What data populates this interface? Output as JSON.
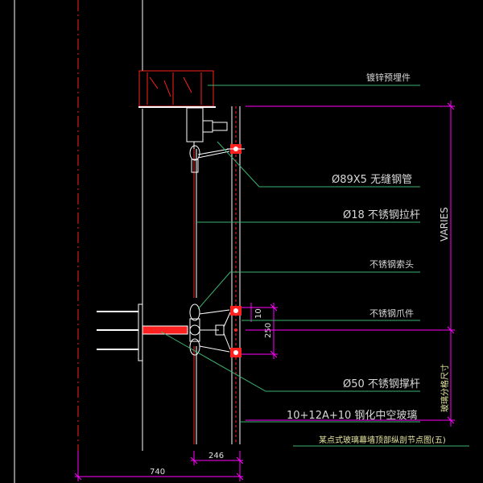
{
  "labels": {
    "embedded_part": "镀锌预埋件",
    "steel_pipe": "Ø89X5 无缝钢管",
    "tie_rod": "Ø18 不锈钢拉杆",
    "cable_head": "不锈钢索头",
    "claw": "不锈钢爪件",
    "strut": "Ø50 不锈钢撑杆",
    "glass": "10+12A+10 钢化中空玻璃"
  },
  "vertical_labels": {
    "varies": "VARIES",
    "glass_size": "玻璃分格尺寸"
  },
  "dimensions": {
    "width_740": "740",
    "width_246": "246",
    "dim_10": "10",
    "dim_250": "250"
  },
  "title": "某点式玻璃幕墙顶部纵剖节点图(五)",
  "colors": {
    "background": "#000000",
    "red": "#ff2020",
    "green": "#3cb371",
    "magenta": "#ff00ff",
    "cyan": "#00c0c0",
    "white": "#e6e6e6",
    "yellow": "#e8e8a0"
  }
}
